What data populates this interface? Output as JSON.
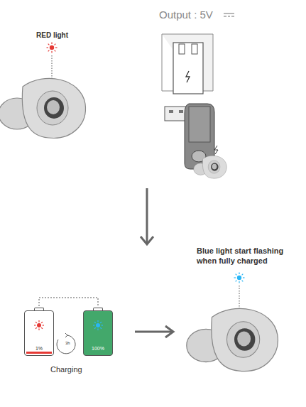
{
  "diagram": {
    "nodes": [
      {
        "text": [
          "1%"
        ]
      },
      {
        "text": [
          "100%"
        ]
      }
    ],
    "edges": [
      {
        "from": 0,
        "to": 1,
        "arrow": "none"
      }
    ],
    "labels": [
      "RED light",
      "Output : 5V",
      "3h",
      "Charging",
      "Blue light start flashing when fully charged"
    ]
  }
}
